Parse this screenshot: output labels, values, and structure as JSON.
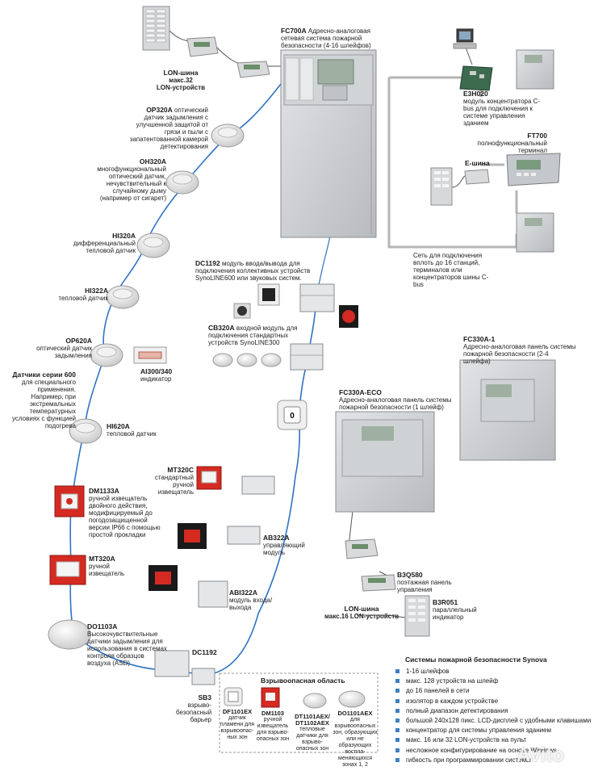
{
  "labels": {
    "lon32": {
      "name": "LON-шина",
      "desc": "макс.32\nLON-устройств"
    },
    "fc700a": {
      "name": "FC700A",
      "desc": "Адресно-аналоговая сетевая система пожарной безопасности (4-16 шлейфов)"
    },
    "op320a": {
      "name": "OP320A",
      "desc": "оптический датчик задымления с улучшенной защитой от грязи и пыли с запатентованной камерой детектирования"
    },
    "oh320a": {
      "name": "OH320A",
      "desc": "многофункциональный оптический датчик, нечувствительный к случайному дыму (например от сигарет)"
    },
    "hi320a": {
      "name": "HI320A",
      "desc": "дифференциальный тепловой датчик"
    },
    "hi322a": {
      "name": "HI322A",
      "desc": "тепловой датчик"
    },
    "op620a": {
      "name": "OP620A",
      "desc": "оптический датчик задымления"
    },
    "series600": {
      "name": "Датчики серии 600",
      "desc": "для специального применения. Например, при экстремальных температурных условиях с функцией подогрева"
    },
    "hi620a": {
      "name": "HI620A",
      "desc": "тепловой датчик"
    },
    "ai300": {
      "name": "AI300/340",
      "desc": "индикатор"
    },
    "dc1192top": {
      "name": "DC1192",
      "desc": "модуль ввода/вывода для подключения коллективных устройств SynoLINE600 или звуковых систем."
    },
    "cb320a": {
      "name": "CB320A",
      "desc": "входной модуль для подключения стандартных устройств SynoLINE300"
    },
    "e3h020": {
      "name": "E3H020",
      "desc": "модуль концентратора C-bus для подключения к системе управления зданием"
    },
    "ft700": {
      "name": "FT700",
      "desc": "полнофункциональный терминал"
    },
    "ebus": {
      "name": "E-шина",
      "desc": ""
    },
    "cbusnet": {
      "name": "",
      "desc": "Сеть для подключения вплоть до 16 станций, терминалов или концентраторов шины C-bus"
    },
    "fc330a1": {
      "name": "FC330A-1",
      "desc": "Адресно-аналоговая панель системы пожарной безопасности (2-4 шлейфа)"
    },
    "fc330aeco": {
      "name": "FC330A-ECO",
      "desc": "Адресно-аналоговая панель системы пожарной безопасности (1 шлейф)"
    },
    "mt320c": {
      "name": "MT320C",
      "desc": "стандартный ручной извещатель"
    },
    "dm1133a": {
      "name": "DM1133A",
      "desc": "ручной извещатель двойного действия, модифицируемый до погодозащищенной версии IP66 с помощью простой прокладки"
    },
    "ab322a": {
      "name": "AB322A",
      "desc": "управляющий модуль"
    },
    "mt320a": {
      "name": "MT320A",
      "desc": "ручной извещатель"
    },
    "abi322a": {
      "name": "ABI322A",
      "desc": "модуль входа/выхода"
    },
    "b3q580": {
      "name": "B3Q580",
      "desc": "поэтажная панель управления"
    },
    "b3r051": {
      "name": "B3R051",
      "desc": "параллельный индикатор"
    },
    "lon16": {
      "name": "LON-шина",
      "desc": "макс.16 LON-устройств"
    },
    "do1103a": {
      "name": "DO1103A",
      "desc": "Высокочувствительные датчики задымления для использования в системах контроля образцов воздуха (ASD)"
    },
    "dc1192bot": {
      "name": "DC1192",
      "desc": ""
    },
    "sb3": {
      "name": "SB3",
      "desc": "взрыво-безопасный барьер"
    },
    "df1101ex": {
      "name": "DF1101EX",
      "desc": "датчик пламени для взрывоопас-ных зон"
    },
    "dm1103": {
      "name": "DM1103",
      "desc": "ручной извещатель для взрыво-опасных зон"
    },
    "dt1101": {
      "name": "DT1101AEX/ DT1102AEX",
      "desc": "тепловые датчики для взрыво-опасных зон"
    },
    "do1101aex": {
      "name": "DO1101AEX",
      "desc": "для взрывоопасных зон, образующих или не образующих воспла-меняющихся зонах 1, 2"
    }
  },
  "explosive_zone_title": "Взрывоопасная область",
  "stepper_label": "0",
  "features": {
    "title": "Системы пожарной безопасности Synova",
    "items": [
      "1-16 шлейфов",
      "макс. 128 устройств на шлейф",
      "до 16 панелей в сети",
      "изолятор в каждом устройстве",
      "полный диапазон детектирования",
      "большой 240x128 пикс. LCD-дисплей с удобными клавишами",
      "концентратор для системы управления зданием",
      "макс. 16 или 32 LON-устройств на пульт",
      "несложное конфигурирование на основе Windows",
      "гибкость при программировании системы"
    ]
  },
  "watermark": "Avito",
  "colors": {
    "loop": "#2f73c4",
    "cable": "#4a4a4a",
    "panel": "#c9cccf",
    "accent": "#3d7fc1",
    "red": "#d42a22"
  }
}
